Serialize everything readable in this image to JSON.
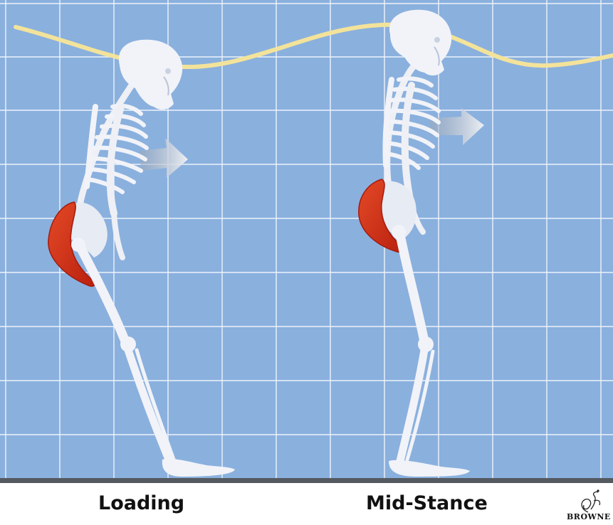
{
  "figure": {
    "phase_labels": [
      "Loading",
      "Mid-Stance"
    ],
    "signature": "BROWNE",
    "colors": {
      "background_grid": "#8ab0de",
      "grid_lines": "#ffffff",
      "bone": "#f1f3f8",
      "muscle": "#d8341d",
      "head_path": "#f3e39a",
      "ground": "#555a61",
      "arrow": "#e4e7ec"
    },
    "icons": [
      "skeleton-figure",
      "gluteus-muscle",
      "forward-arrow",
      "head-trajectory-curve"
    ]
  }
}
